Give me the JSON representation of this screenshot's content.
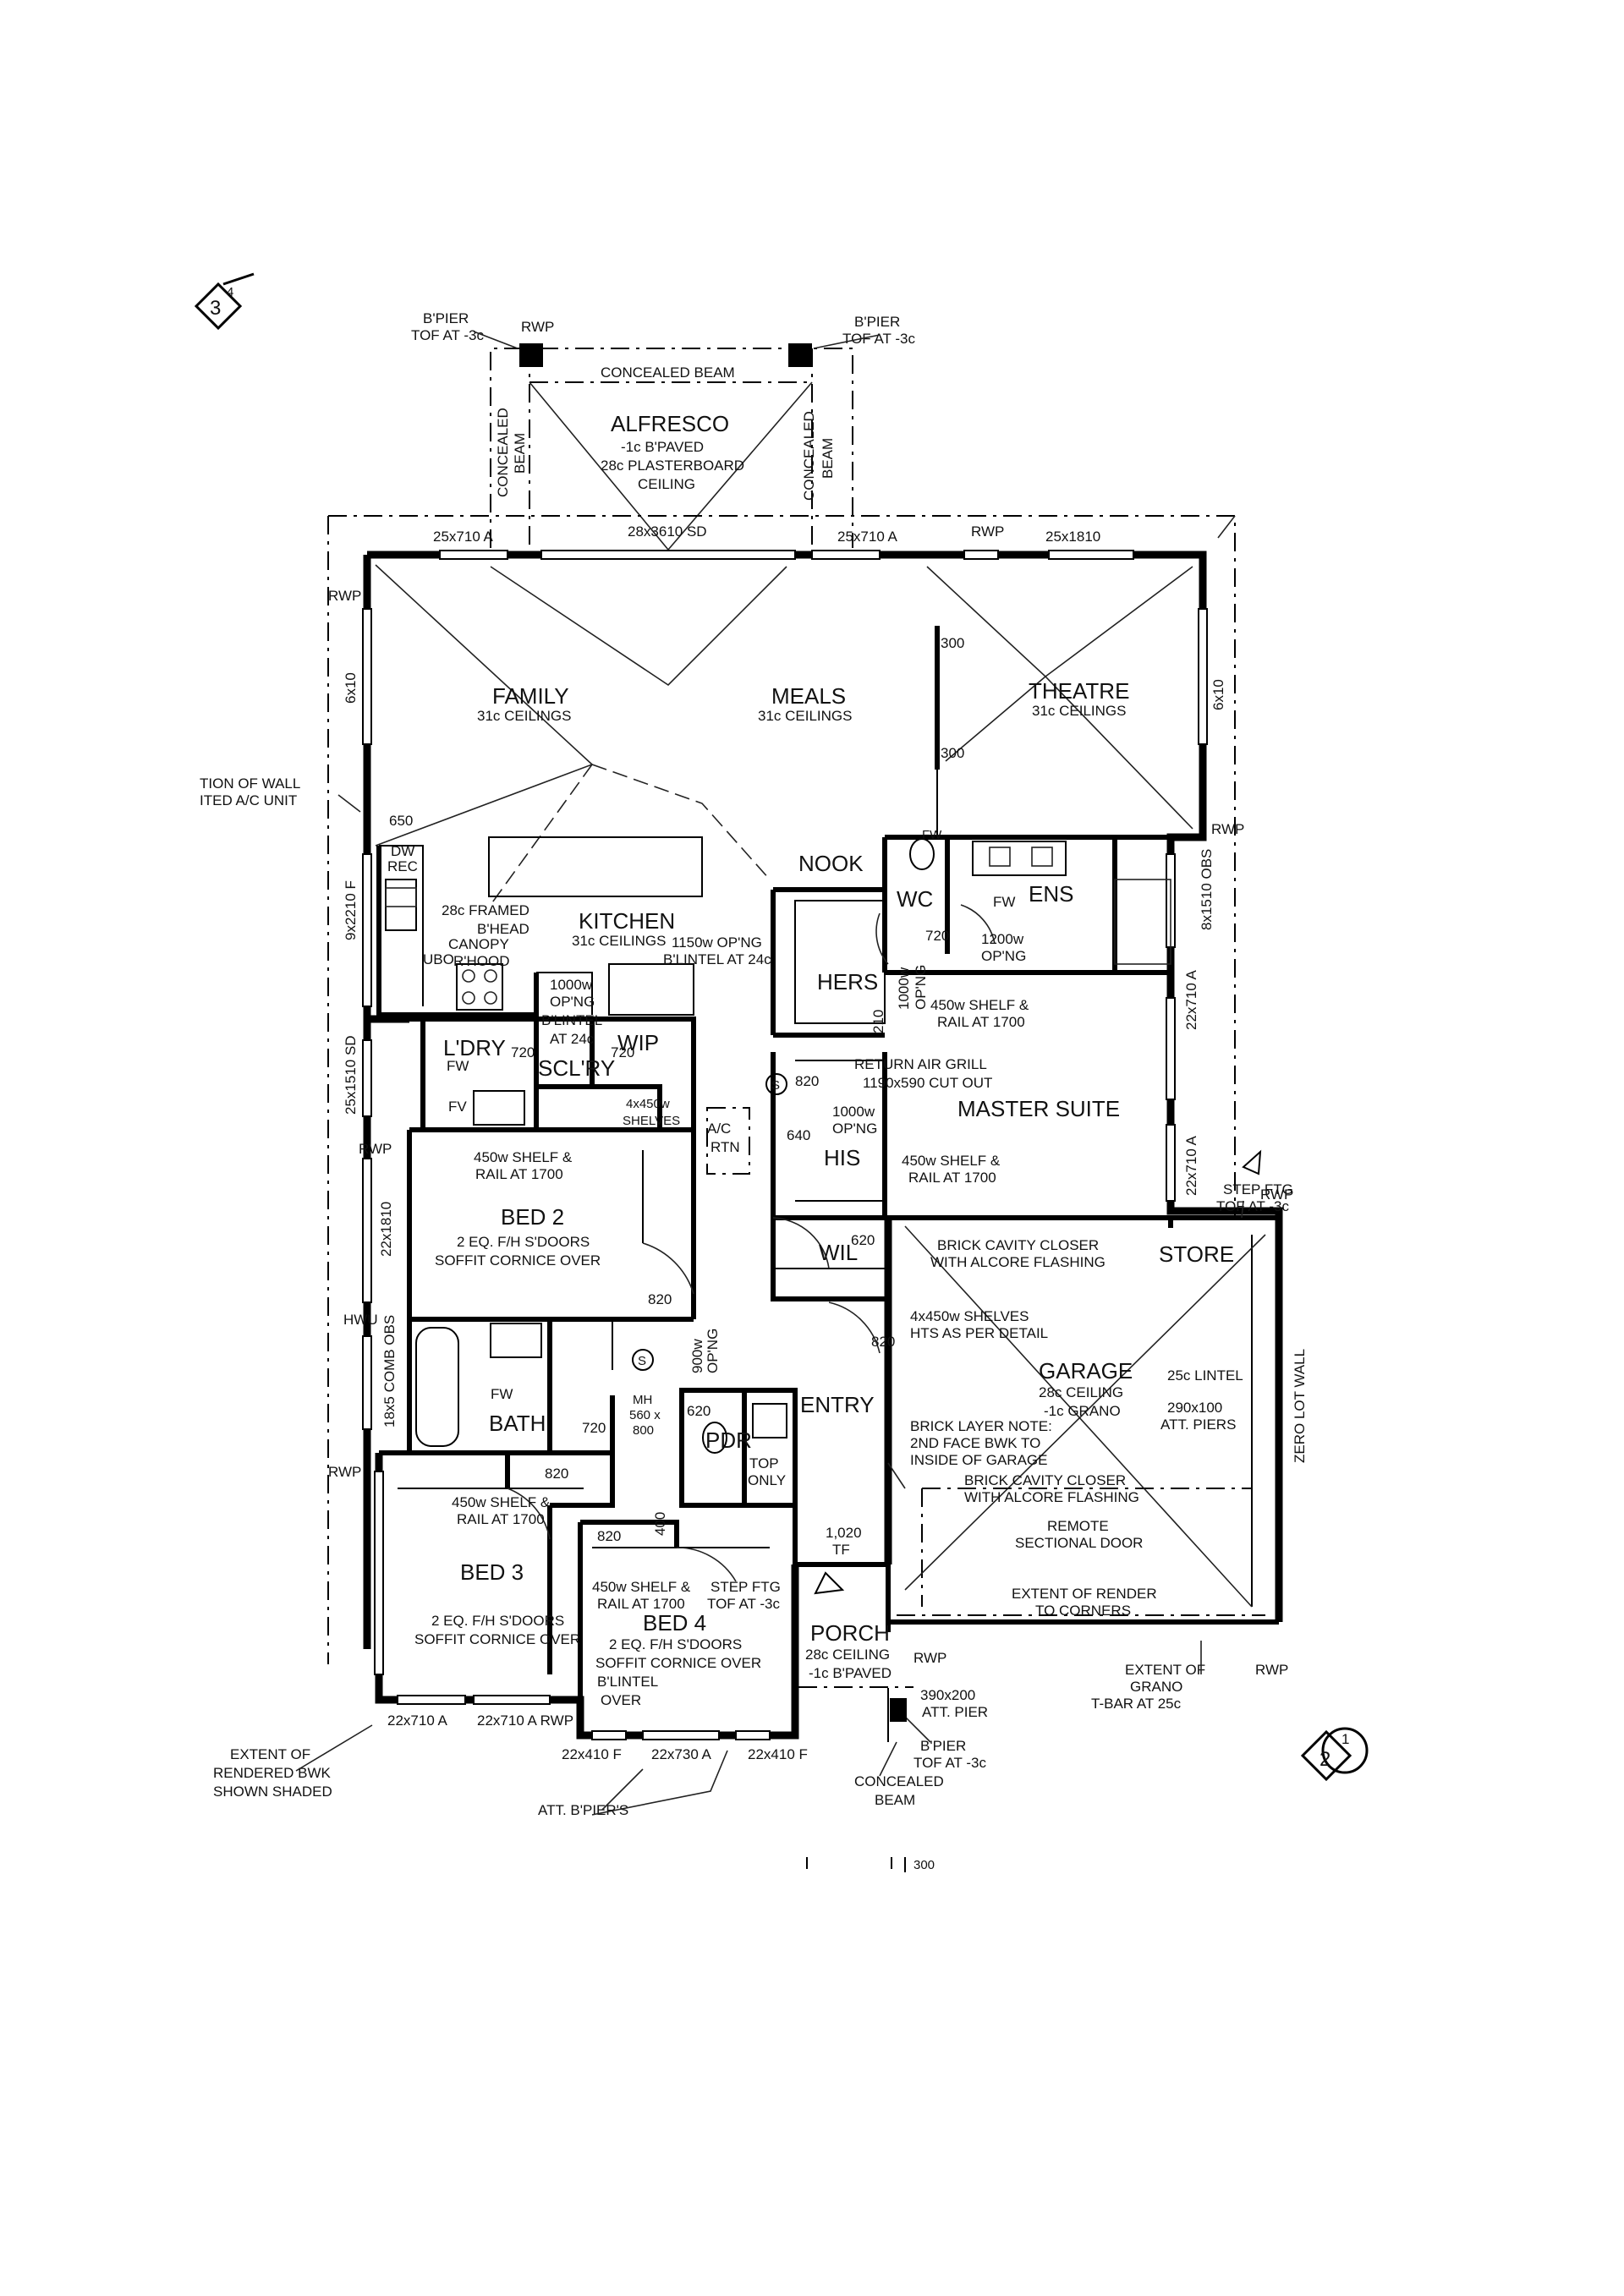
{
  "callouts": {
    "top_left": {
      "num": "3",
      "sheet": "4"
    },
    "bottom_right": {
      "num": "2",
      "sheet": "1"
    }
  },
  "notes": {
    "bpier_left": [
      "B'PIER",
      "TOF AT -3c"
    ],
    "bpier_right": [
      "B'PIER",
      "TOF AT -3c"
    ],
    "rwp": "RWP",
    "concealed_beam_top": "CONCEALED BEAM",
    "concealed_beam_vert": [
      "CONCEALED",
      "BEAM"
    ],
    "alfresco": [
      "ALFRESCO",
      "-1c B'PAVED",
      "28c PLASTERBOARD",
      "CEILING"
    ],
    "ac_unit": [
      "TION OF WALL",
      "ITED A/C UNIT"
    ],
    "return_air": [
      "RETURN AIR GRILL",
      "1190x590 CUT OUT"
    ],
    "step_ftg_right": [
      "STEP FTG",
      "TOF AT -3c"
    ],
    "step_ftg_porch": [
      "STEP FTG",
      "TOF AT -3c"
    ],
    "brick_cavity_1": [
      "BRICK CAVITY CLOSER",
      "WITH ALCORE FLASHING"
    ],
    "brick_cavity_2": [
      "BRICK CAVITY CLOSER",
      "WITH ALCORE FLASHING"
    ],
    "shelves_garage": [
      "4x450w SHELVES",
      "HTS AS PER DETAIL"
    ],
    "brick_layer": [
      "BRICK LAYER NOTE:",
      "2ND FACE BWK TO",
      "INSIDE OF GARAGE"
    ],
    "lintel_25c": "25c LINTEL",
    "att_piers": [
      "290x100",
      "ATT. PIERS"
    ],
    "zero_lot": "ZERO LOT WALL",
    "remote_door": [
      "REMOTE",
      "SECTIONAL DOOR"
    ],
    "extent_render": [
      "EXTENT OF RENDER",
      "TO CORNERS"
    ],
    "extent_grano": [
      "EXTENT OF",
      "GRANO",
      "T-BAR AT 25c"
    ],
    "att_pier_390": [
      "390x200",
      "ATT. PIER"
    ],
    "bpier_porch": [
      "B'PIER",
      "TOF AT -3c"
    ],
    "concealed_beam_porch": [
      "CONCEALED",
      "BEAM"
    ],
    "extent_rendered_bwk": [
      "EXTENT OF",
      "RENDERED BWK",
      "SHOWN SHADED"
    ],
    "att_bpiers": "ATT. B'PIER'S",
    "hwu": "HWU",
    "bottom_cut": "300"
  },
  "rooms": {
    "family": [
      "FAMILY",
      "31c CEILINGS"
    ],
    "meals": [
      "MEALS",
      "31c CEILINGS"
    ],
    "theatre": [
      "THEATRE",
      "31c CEILINGS"
    ],
    "kitchen": [
      "KITCHEN",
      "31c CEILINGS"
    ],
    "nook": "NOOK",
    "wc": "WC",
    "ens": "ENS",
    "hers": "HERS",
    "his": "HIS",
    "master": "MASTER SUITE",
    "ldry": "L'DRY",
    "sclry": "SCL'RY",
    "wip": "WIP",
    "bed2": [
      "BED 2",
      "2 EQ. F/H S'DOORS",
      "SOFFIT CORNICE OVER"
    ],
    "wil": "WIL",
    "store": "STORE",
    "garage": [
      "GARAGE",
      "28c CEILING",
      "-1c GRANO"
    ],
    "bath": "BATH",
    "entry": "ENTRY",
    "pdr": "PDR",
    "bed3": [
      "BED 3",
      "2 EQ. F/H S'DOORS",
      "SOFFIT CORNICE OVER"
    ],
    "bed4": [
      "BED 4",
      "2 EQ. F/H S'DOORS",
      "SOFFIT CORNICE OVER"
    ],
    "porch": [
      "PORCH",
      "28c CEILING",
      "-1c B'PAVED"
    ]
  },
  "fixtures": {
    "kitchen_framed": [
      "28c FRAMED",
      "B'HEAD"
    ],
    "canopy": [
      "CANOPY",
      "R'HOOD"
    ],
    "ubo": "UBO",
    "dw": "DW",
    "rec": "REC",
    "fw": "FW",
    "fv": "FV",
    "wip_shelves": [
      "4x450w",
      "SHELVES"
    ],
    "top_only": [
      "TOP",
      "ONLY"
    ],
    "ac_rtn": [
      "A/C",
      "RTN"
    ],
    "mh": [
      "MH",
      "560 x",
      "800"
    ],
    "s": "S"
  },
  "openings": {
    "w_25x710_a": "25x710 A",
    "w_28x3610_sd": "28x3610 SD",
    "w_25x1810": "25x1810",
    "w_6x10": "6x10",
    "w_9x2210_f": "9x2210 F",
    "w_8x1510_obs": "8x1510 OBS",
    "w_22x710_a": "22x710 A",
    "w_25x1510_sd": "25x1510 SD",
    "w_22x1810": "22x1810",
    "w_18x5_comb_obs": "18x5 COMB OBS",
    "w_22x710_a_rwp": "22x710 A RWP",
    "w_22x410_f": "22x410 F",
    "w_22x730_a": "22x730 A",
    "op_1150": [
      "1150w OP'NG",
      "B'LINTEL AT 24c"
    ],
    "op_1000_kitchen": [
      "1000w",
      "OP'NG",
      "B'LINTEL",
      "AT 24c"
    ],
    "op_1200": [
      "1200w",
      "OP'NG"
    ],
    "op_1000_hers": [
      "1000w",
      "OP'NG"
    ],
    "op_1000_his": [
      "1000w",
      "OP'NG"
    ],
    "op_900": [
      "900w",
      "OP'NG"
    ],
    "shelf_master_1": [
      "450w SHELF &",
      "RAIL AT 1700"
    ],
    "shelf_master_2": [
      "450w SHELF &",
      "RAIL AT 1700"
    ],
    "shelf_bed2": [
      "450w SHELF &",
      "RAIL AT 1700"
    ],
    "shelf_bed3": [
      "450w SHELF &",
      "RAIL AT 1700"
    ],
    "shelf_bed4": [
      "450w SHELF &",
      "RAIL AT 1700"
    ],
    "blintel_over": [
      "B'LINTEL",
      "OVER"
    ],
    "d650": "650",
    "d720": "720",
    "d620": "620",
    "d820": "820",
    "d640": "640",
    "d210": "210",
    "d300": "300",
    "d400": "400",
    "d1020": [
      "1,020",
      "TF"
    ]
  }
}
